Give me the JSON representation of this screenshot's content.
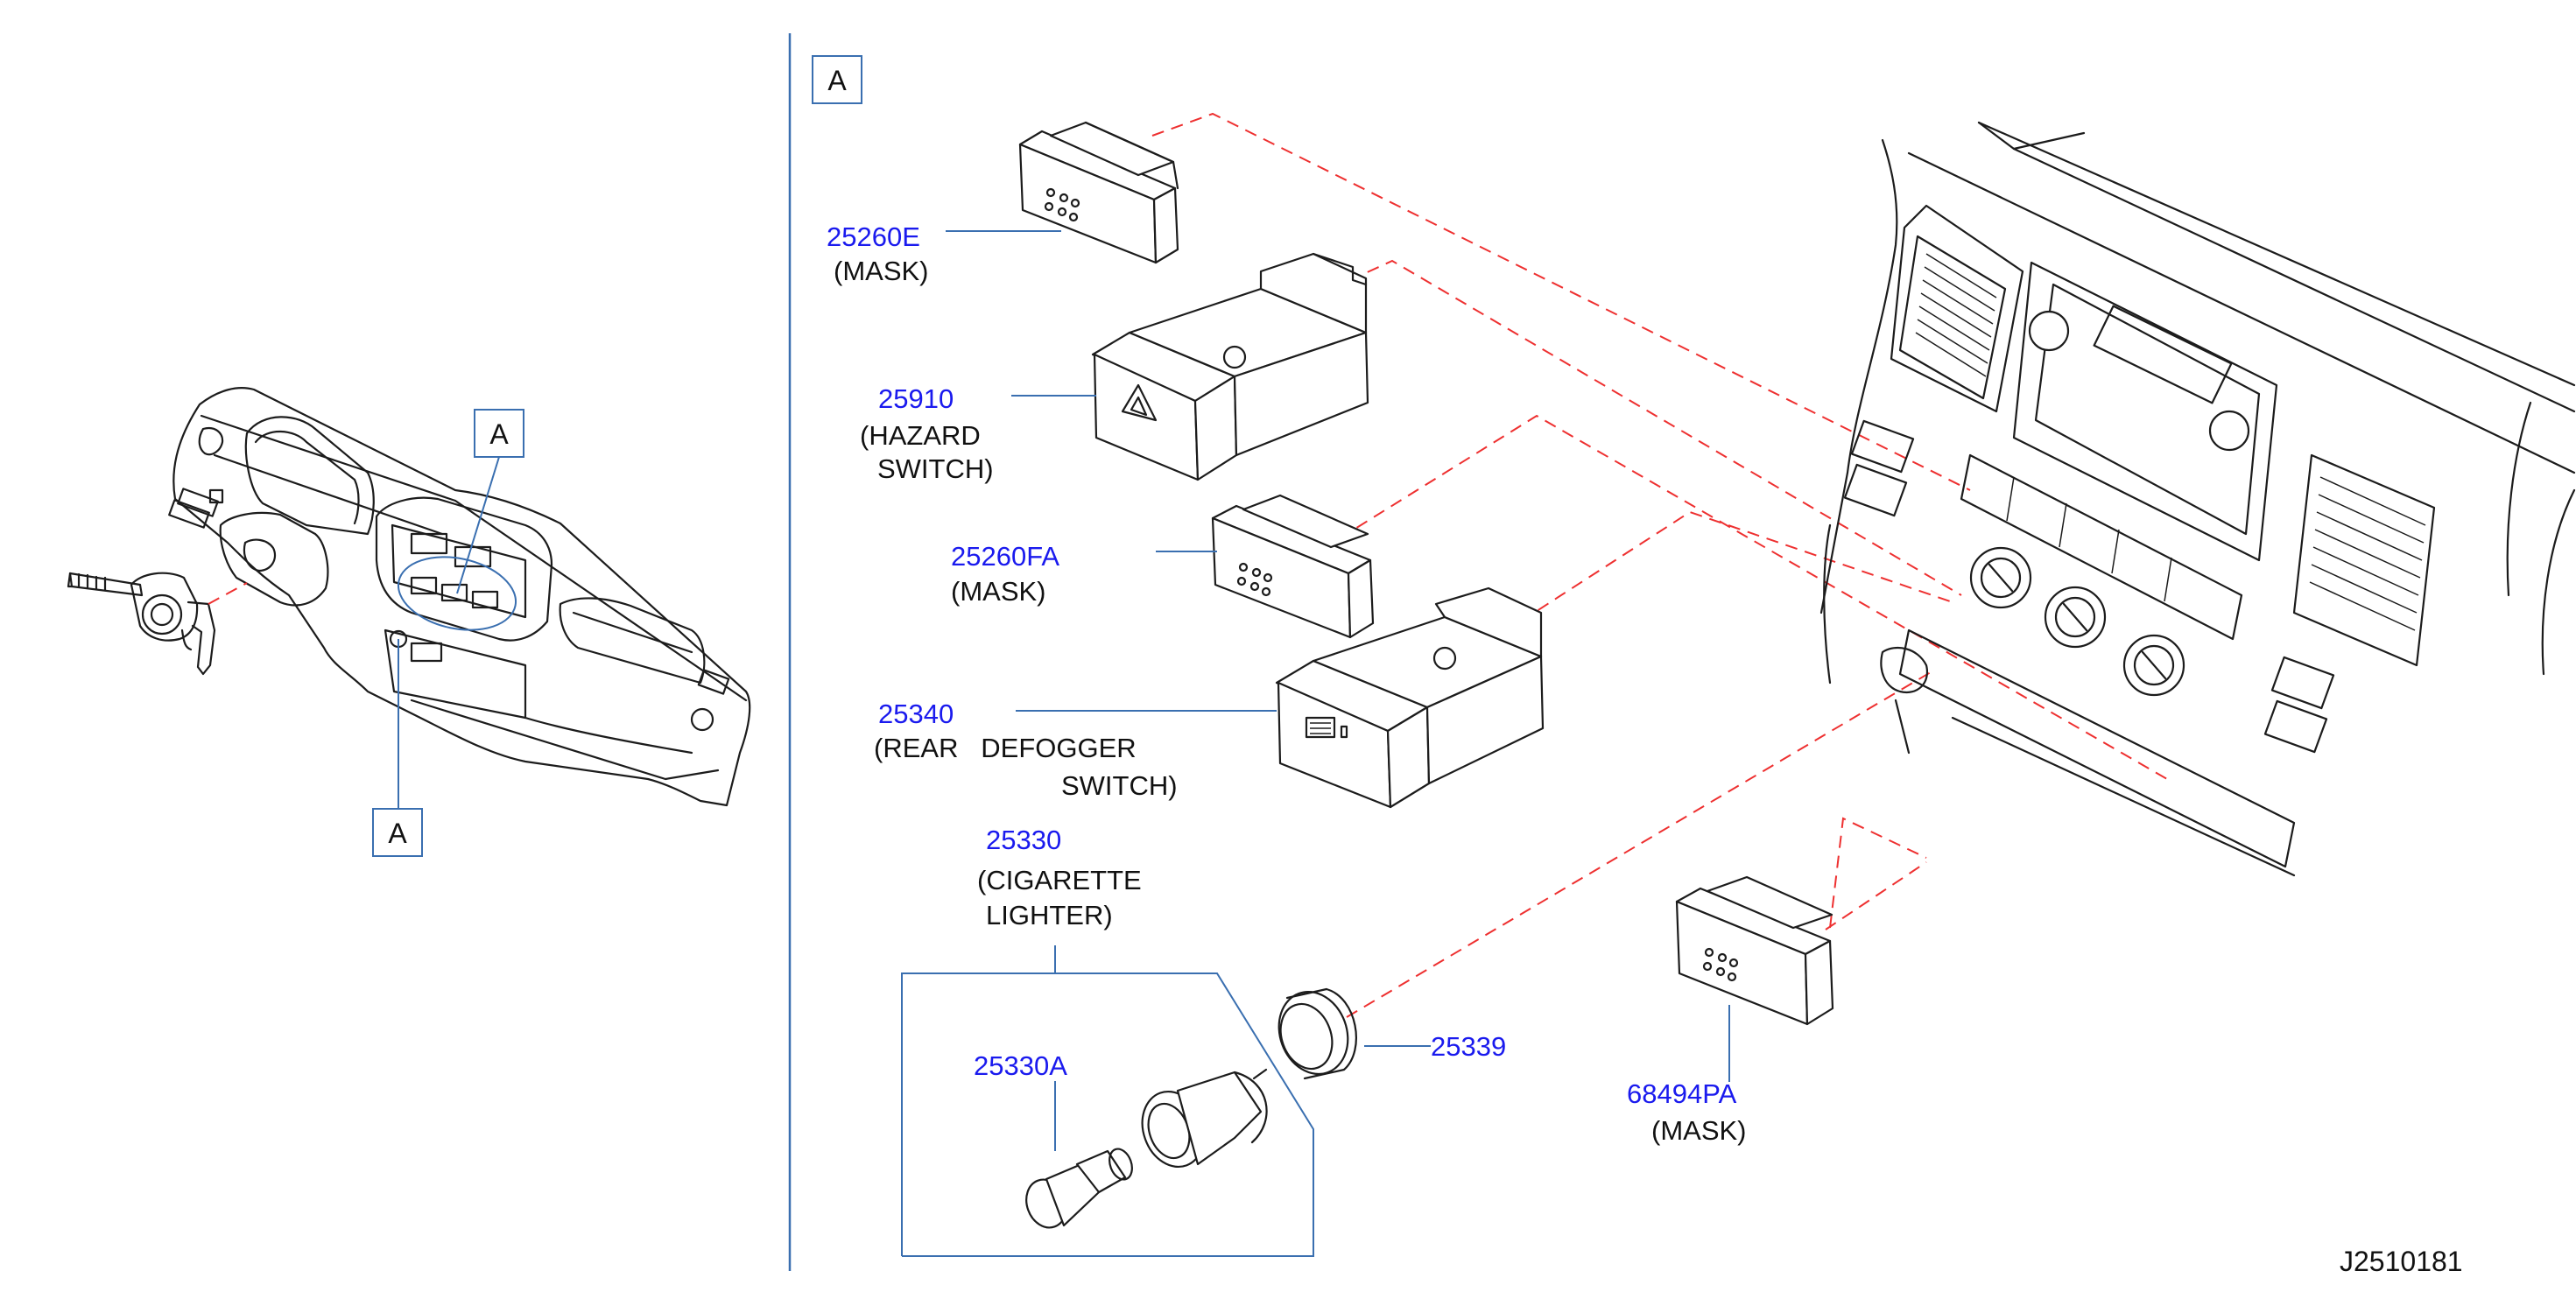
{
  "section_marks": {
    "overview_a_upper": "A",
    "overview_a_lower": "A",
    "detail_a": "A"
  },
  "parts": [
    {
      "id": "mask_e",
      "number": "25260E",
      "desc_lines": [
        "(MASK)"
      ]
    },
    {
      "id": "hazard",
      "number": "25910",
      "desc_lines": [
        "(HAZARD",
        "SWITCH)"
      ]
    },
    {
      "id": "mask_fa",
      "number": "25260FA",
      "desc_lines": [
        "(MASK)"
      ]
    },
    {
      "id": "defogger",
      "number": "25340",
      "desc_lines": [
        "(REAR   DEFOGGER",
        "SWITCH)"
      ]
    },
    {
      "id": "lighter",
      "number": "25330",
      "desc_lines": [
        "(CIGARETTE",
        "LIGHTER)"
      ]
    },
    {
      "id": "lighter_a",
      "number": "25330A",
      "desc_lines": []
    },
    {
      "id": "ring",
      "number": "25339",
      "desc_lines": []
    },
    {
      "id": "mask_pa",
      "number": "68494PA",
      "desc_lines": [
        "(MASK)"
      ]
    }
  ],
  "diagram_code": "J2510181",
  "colors": {
    "part_number": "#1a1aee",
    "leader_line": "#3a6fb0",
    "dashed_guide": "#ee3030",
    "line_art": "#1c1c1c"
  }
}
